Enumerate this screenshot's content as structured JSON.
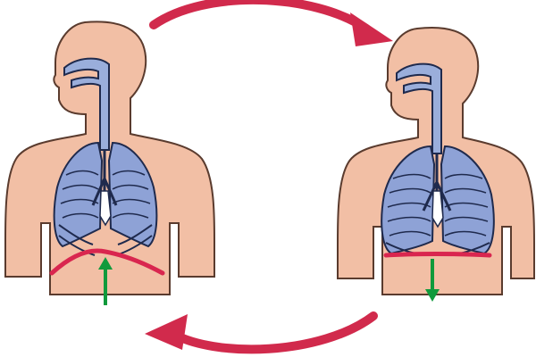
{
  "figure": {
    "panels": [
      {
        "id": "exhale",
        "diaphragm_movement": "up",
        "diaphragm_shape": "arched"
      },
      {
        "id": "inhale",
        "diaphragm_movement": "down",
        "diaphragm_shape": "flat"
      }
    ],
    "cycle_arrows": [
      "top-left-to-right",
      "bottom-right-to-left"
    ]
  },
  "colors": {
    "skin": "#f2bfa5",
    "skin_outline": "#5a3b2e",
    "airway": "#9aaedb",
    "lung": "#8ea2d6",
    "lung_outline": "#1f2a4d",
    "rib": "#ffffff",
    "diaphragm": "#d9264f",
    "cycle_arrow": "#d12a4c",
    "movement_arrow": "#109a3c",
    "background": "#ffffff"
  }
}
